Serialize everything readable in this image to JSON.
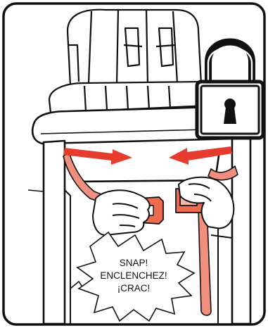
{
  "illustration": {
    "lock_icon": "padlock-closed-icon",
    "arrow_icon": "red-double-arrow-icon",
    "burst_icon": "speech-burst-icon",
    "colors": {
      "outline": "#111111",
      "arrow": "#e53c2e",
      "strap": "#f08f7e",
      "buckle": "#ee6b52",
      "background": "#ffffff"
    }
  },
  "sound_burst": {
    "line1": "SNAP!",
    "line2": "ENCLENCHEZ!",
    "line3": "¡CRAC!"
  }
}
